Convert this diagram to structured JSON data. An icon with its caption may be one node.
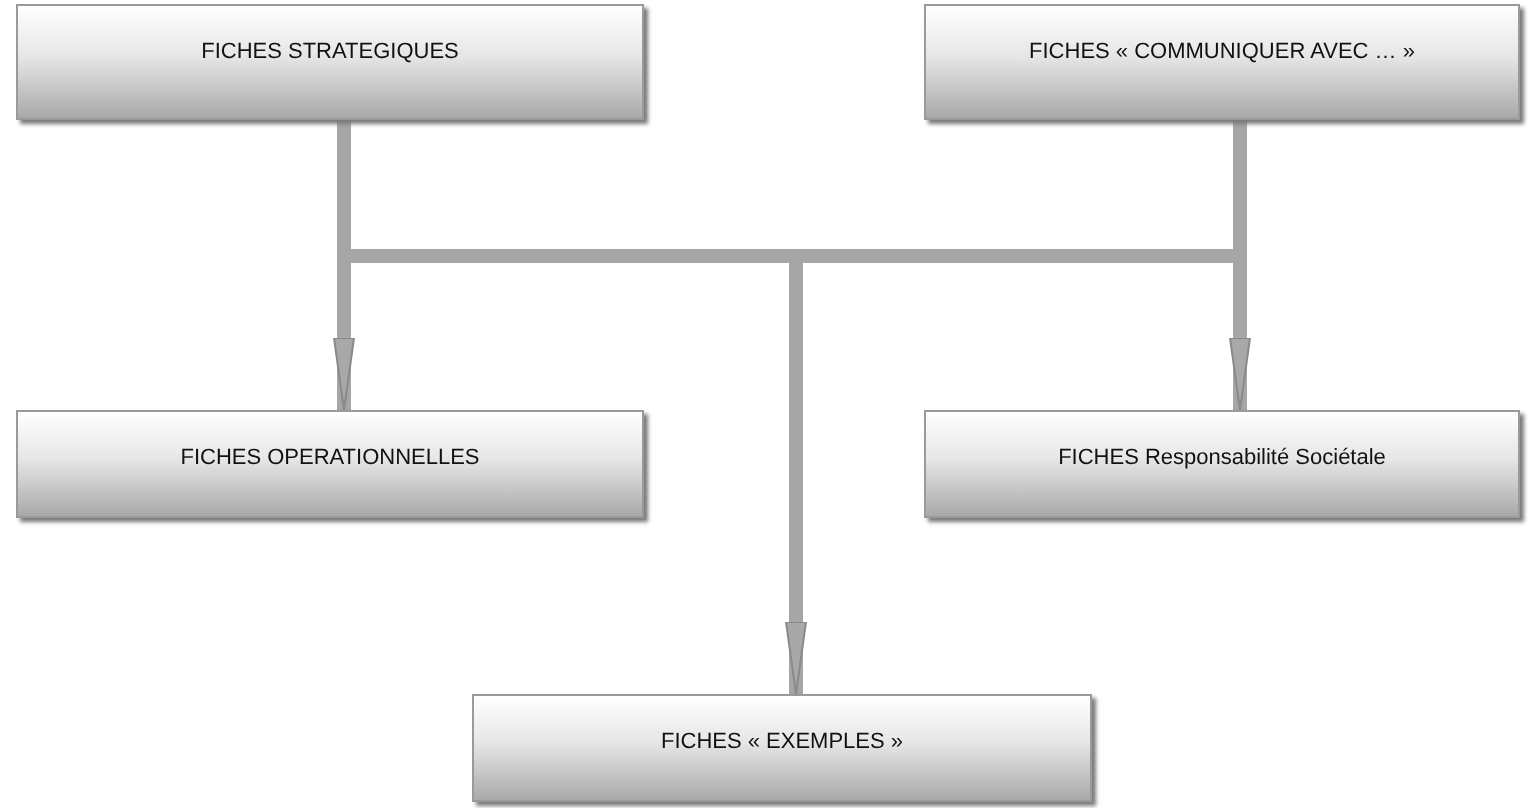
{
  "diagram": {
    "nodes": [
      {
        "text": [
          "FICHES STRATEGIQUES"
        ]
      },
      {
        "text": [
          "FICHES « COMMUNIQUER AVEC … »"
        ]
      },
      {
        "text": [
          "FICHES OPERATIONNELLES"
        ]
      },
      {
        "text": [
          "FICHES Responsabilité Sociétale"
        ]
      },
      {
        "text": [
          "FICHES « EXEMPLES »"
        ]
      }
    ],
    "edges": [
      {
        "from": 0,
        "to": 2,
        "arrow": "to"
      },
      {
        "from": 1,
        "to": 3,
        "arrow": "to"
      },
      {
        "from": 0,
        "to": 4,
        "arrow": "to"
      },
      {
        "from": 1,
        "to": 4,
        "arrow": "to"
      },
      {
        "from": 0,
        "to": 3,
        "arrow": "to"
      },
      {
        "from": 1,
        "to": 2,
        "arrow": "to"
      }
    ]
  }
}
